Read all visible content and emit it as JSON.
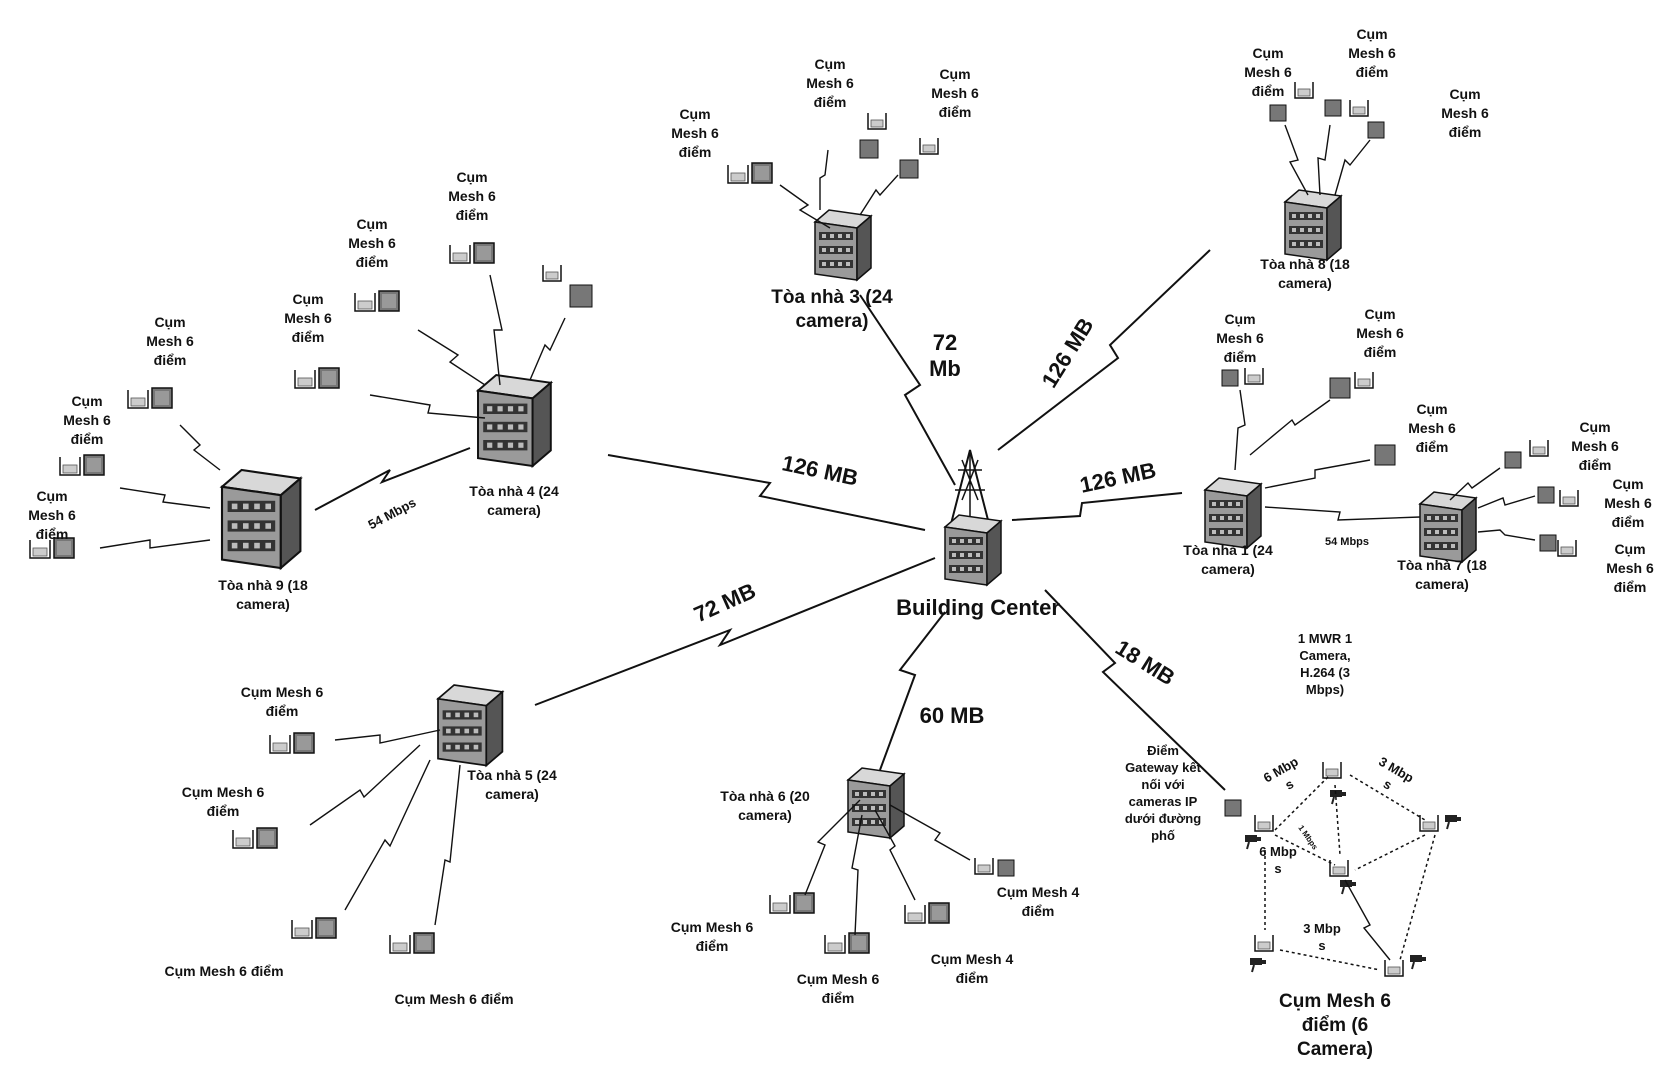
{
  "labels": {
    "center": "Building Center",
    "b3": "Tòa nhà 3 (24 camera)",
    "b4": "Tòa nhà 4 (24 camera)",
    "b9": "Tòa nhà 9 (18 camera)",
    "b5": "Tòa nhà 5 (24 camera)",
    "b6": "Tòa nhà 6 (20 camera)",
    "b8": "Tòa nhà 8 (18 camera)",
    "b1": "Tòa nhà 1 (24 camera)",
    "b7": "Tòa nhà 7 (18 camera)",
    "gateway": "Điểm Gateway kết nối với cameras IP dưới đường phố",
    "mwr": "1 MWR 1 Camera, H.264 (3 Mbps)",
    "cluster_main": "Cụm Mesh 6 điểm (6 Camera)"
  },
  "link_labels": {
    "c_b3": "72 Mb",
    "c_b8": "126 MB",
    "c_b4": "126 MB",
    "c_b1": "126 MB",
    "c_b5": "72 MB",
    "c_b6": "60 MB",
    "c_gw": "18 MB",
    "b4_b9": "54 Mbps",
    "b1_b7": "54 Mbps",
    "mesh_6a": "6 Mbp s",
    "mesh_6b": "6 Mbp s",
    "mesh_3a": "3 Mbp s",
    "mesh_3b": "3 Mbp s",
    "mesh_1": "1 Mbps"
  },
  "mesh": {
    "m6": "Cụm Mesh 6 điểm",
    "m4": "Cụm Mesh 4 điểm"
  }
}
